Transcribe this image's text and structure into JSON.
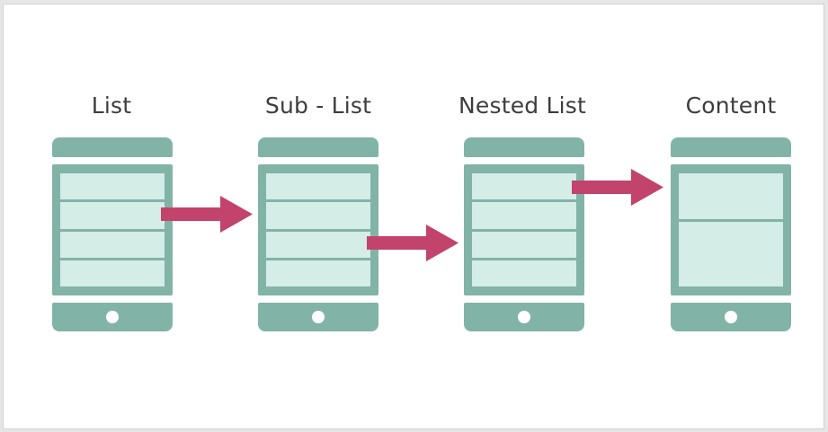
{
  "steps": [
    {
      "label": "List",
      "rows": 4
    },
    {
      "label": "Sub - List",
      "rows": 4
    },
    {
      "label": "Nested List",
      "rows": 4
    },
    {
      "label": "Content",
      "rows": 2
    }
  ],
  "colors": {
    "device": "#82b3a7",
    "screen_row": "#d4ede6",
    "arrow": "#c2436c",
    "label_text": "#3d3d3d",
    "background": "#ffffff"
  }
}
